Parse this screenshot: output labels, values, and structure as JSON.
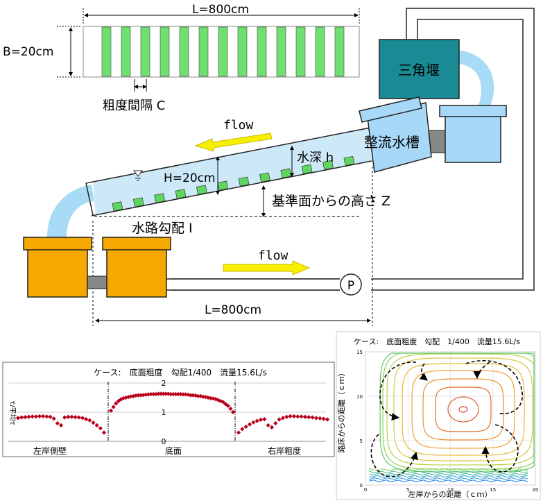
{
  "apparatus": {
    "plan_length": "L=800cm",
    "plan_width": "B=20cm",
    "roughness_spacing": "粗度間隔 C",
    "flow_upper": "flow",
    "flow_lower": "flow",
    "triangular_weir": "三角堰",
    "settling_tank": "整流水槽",
    "water_depth": "水深 h",
    "channel_height": "H=20cm",
    "datum_height": "基準面からの高さ Z",
    "channel_slope": "水路勾配 I",
    "pump": "P",
    "bottom_length": "L=800cm"
  },
  "chart_data": [
    {
      "type": "scatter",
      "title": "ケース:　底面粗度　勾配1/400　流量15.6L/s",
      "ylabel": "τ/平均τ",
      "ylim": [
        0,
        2
      ],
      "yticks": [
        "0",
        "1",
        "2"
      ],
      "sections": [
        "左岸側壁",
        "底面",
        "右岸粗度"
      ],
      "color": "#b8001c",
      "series": [
        {
          "section": "left-wall",
          "x": [
            1,
            2,
            3,
            4,
            5,
            6,
            7,
            8,
            9,
            10,
            11,
            12,
            13,
            14,
            15,
            16,
            17,
            18,
            19,
            20,
            21,
            22,
            23,
            24,
            25
          ],
          "values": [
            0.8,
            0.82,
            0.83,
            0.84,
            0.85,
            0.85,
            0.86,
            0.86,
            0.85,
            0.84,
            0.78,
            0.62,
            0.55,
            0.82,
            0.84,
            0.84,
            0.83,
            0.82,
            0.8,
            0.76,
            0.72,
            0.64,
            0.55,
            0.45,
            0.3
          ]
        },
        {
          "section": "bottom",
          "x": [
            1,
            2,
            3,
            4,
            5,
            6,
            7,
            8,
            9,
            10,
            11,
            12,
            13,
            14,
            15,
            16,
            17,
            18,
            19,
            20,
            21,
            22,
            23,
            24,
            25,
            26,
            27,
            28,
            29,
            30,
            31,
            32,
            33,
            34,
            35,
            36,
            37,
            38,
            39,
            40,
            41,
            42,
            43,
            44,
            45,
            46,
            47,
            48,
            49,
            50
          ],
          "values": [
            1.05,
            1.18,
            1.3,
            1.38,
            1.44,
            1.48,
            1.5,
            1.52,
            1.54,
            1.55,
            1.57,
            1.58,
            1.58,
            1.59,
            1.6,
            1.61,
            1.62,
            1.62,
            1.62,
            1.63,
            1.63,
            1.63,
            1.63,
            1.63,
            1.62,
            1.62,
            1.62,
            1.62,
            1.62,
            1.61,
            1.61,
            1.6,
            1.58,
            1.58,
            1.57,
            1.55,
            1.55,
            1.53,
            1.52,
            1.5,
            1.48,
            1.47,
            1.45,
            1.42,
            1.38,
            1.35,
            1.28,
            1.22,
            1.12,
            1.0
          ]
        },
        {
          "section": "right-roughness",
          "x": [
            1,
            2,
            3,
            4,
            5,
            6,
            7,
            8,
            9,
            10,
            11,
            12,
            13,
            14,
            15,
            16,
            17,
            18,
            19,
            20,
            21,
            22,
            23,
            24,
            25
          ],
          "values": [
            0.3,
            0.42,
            0.5,
            0.58,
            0.65,
            0.7,
            0.74,
            0.76,
            0.55,
            0.48,
            0.62,
            0.75,
            0.8,
            0.84,
            0.86,
            0.86,
            0.85,
            0.85,
            0.84,
            0.83,
            0.82,
            0.8,
            0.79,
            0.77,
            0.75
          ]
        }
      ]
    },
    {
      "type": "contour",
      "title": "ケース:　底面粗度　勾配　1/400　流量15.6L/s",
      "xlabel": "左岸からの距離（ｃｍ）",
      "ylabel": "路床からの距離（ｃｍ）",
      "xlim": [
        0,
        20
      ],
      "ylim": [
        0,
        15
      ],
      "xticks": [
        "0",
        "5",
        "10",
        "15",
        "20"
      ],
      "yticks": [
        "0",
        "5",
        "10",
        "15"
      ],
      "grid": true
    }
  ]
}
